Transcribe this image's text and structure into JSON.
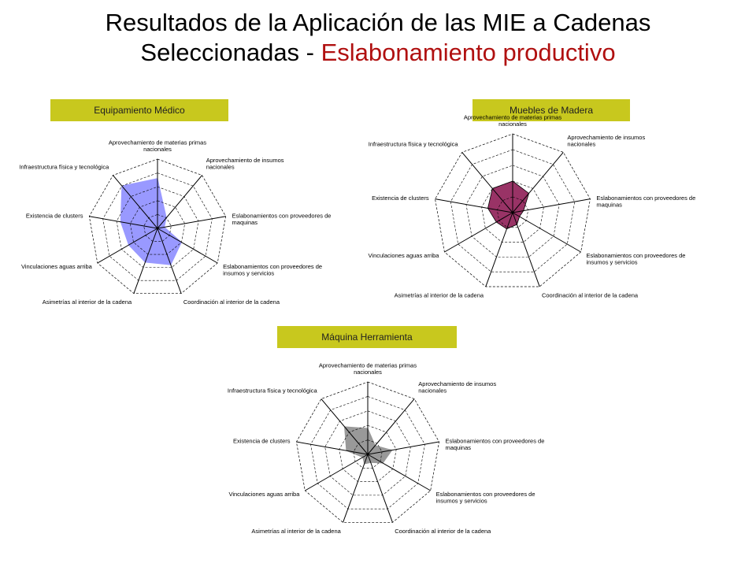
{
  "slide": {
    "title_line1": "Resultados de la Aplicación de las MIE a Cadenas",
    "title_line2_prefix": "Seleccionadas - ",
    "title_line2_accent": "Eslabonamiento productivo",
    "accent_color": "#b01010",
    "label_color": "#c8c81e"
  },
  "chart_data": [
    {
      "type": "radar",
      "title": "Equipamiento Médico",
      "axes": [
        [
          "Aprovechamiento de materias primas",
          "nacionales"
        ],
        [
          "Aprovechamiento de insumos",
          "nacionales"
        ],
        [
          "Eslabonamientos con proveedores de",
          "maquinas"
        ],
        [
          "Eslabonamientos con proveedores de",
          "insumos y servicios"
        ],
        [
          "Coordinación al interior de la cadena"
        ],
        [
          "Asimetrías al interior de la cadena"
        ],
        [
          "Vinculaciones aguas arriba"
        ],
        [
          "Existencia de clusters"
        ],
        [
          "Infraestructura física y tecnológica"
        ]
      ],
      "rings": 5,
      "range": [
        0,
        5
      ],
      "values": [
        3.6,
        1.0,
        0.5,
        2.0,
        2.8,
        2.6,
        2.4,
        2.7,
        4.0
      ],
      "fill": "#9999ff",
      "stroke": "#9999ff"
    },
    {
      "type": "radar",
      "title": "Muebles de Madera",
      "axes": [
        [
          "Aprovechamiento de materias primas",
          "nacionales"
        ],
        [
          "Aprovechamiento de insumos",
          "nacionales"
        ],
        [
          "Eslabonamientos con proveedores de",
          "maquinas"
        ],
        [
          "Eslabonamientos con proveedores de",
          "insumos y servicios"
        ],
        [
          "Coordinación al interior de la cadena"
        ],
        [
          "Asimetrías al interior de la cadena"
        ],
        [
          "Vinculaciones aguas arriba"
        ],
        [
          "Existencia de clusters"
        ],
        [
          "Infraestructura física y tecnológica"
        ]
      ],
      "rings": 5,
      "range": [
        0,
        5
      ],
      "values": [
        2.0,
        1.6,
        0.7,
        0.5,
        0.8,
        1.1,
        1.2,
        1.6,
        2.0
      ],
      "fill": "#993366",
      "stroke": "#000000"
    },
    {
      "type": "radar",
      "title": "Máquina Herramienta",
      "axes": [
        [
          "Aprovechamiento de materias primas",
          "nacionales"
        ],
        [
          "Aprovechamiento de insumos",
          "nacionales"
        ],
        [
          "Eslabonamientos con proveedores de",
          "maquinas"
        ],
        [
          "Eslabonamientos con proveedores de",
          "insumos y servicios"
        ],
        [
          "Coordinación al interior de la cadena"
        ],
        [
          "Asimetrías al interior de la cadena"
        ],
        [
          "Vinculaciones aguas arriba"
        ],
        [
          "Existencia de clusters"
        ],
        [
          "Infraestructura física y tecnológica"
        ]
      ],
      "rings": 5,
      "range": [
        0,
        5
      ],
      "values": [
        1.8,
        0.8,
        1.7,
        1.2,
        0.6,
        0.7,
        0.4,
        1.5,
        2.5
      ],
      "fill": "#999999",
      "stroke": "#999999"
    }
  ]
}
